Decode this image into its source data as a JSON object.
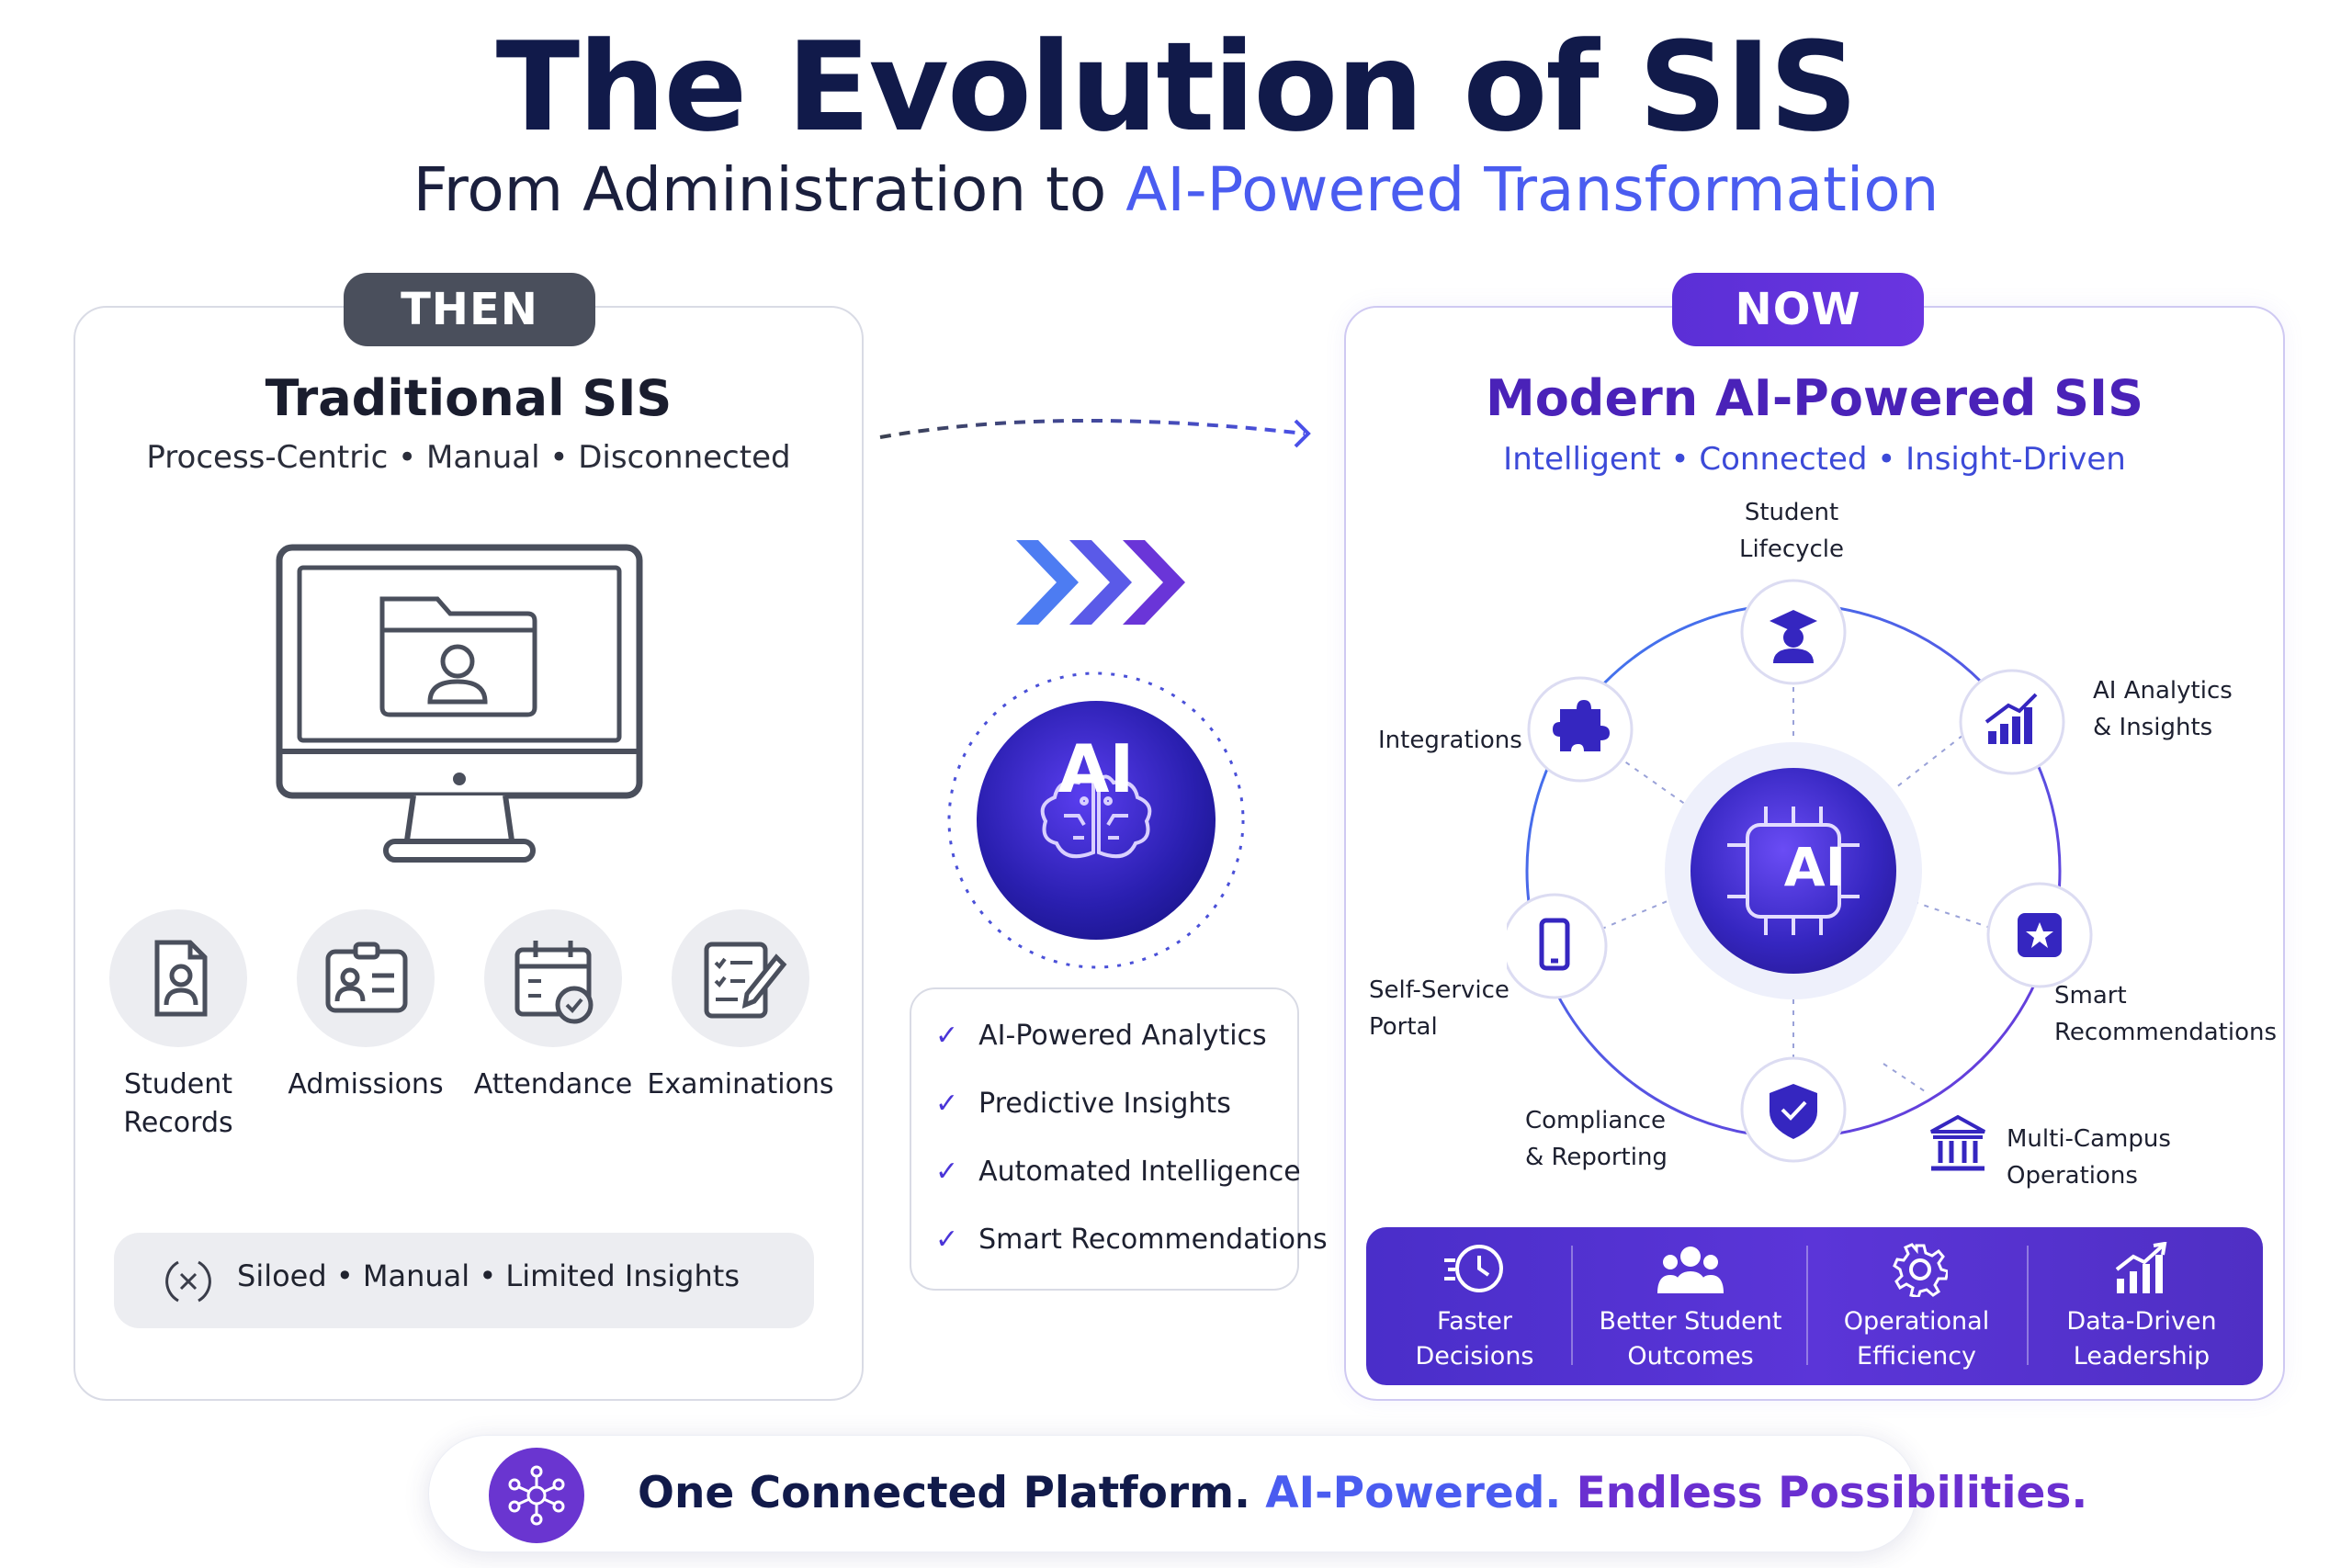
{
  "header": {
    "title": "The Evolution of SIS",
    "subtitle_prefix": "From Administration to ",
    "subtitle_highlight": "AI-Powered Transformation"
  },
  "then": {
    "pill": "THEN",
    "title": "Traditional SIS",
    "subtitle": "Process-Centric  •  Manual  •  Disconnected",
    "icons": [
      {
        "icon": "student-record-icon",
        "label_line1": "Student",
        "label_line2": "Records"
      },
      {
        "icon": "id-card-icon",
        "label_line1": "Admissions",
        "label_line2": ""
      },
      {
        "icon": "calendar-check-icon",
        "label_line1": "Attendance",
        "label_line2": ""
      },
      {
        "icon": "exam-pencil-icon",
        "label_line1": "Examinations",
        "label_line2": ""
      }
    ],
    "limitations": "Siloed   •   Manual   •   Limited Insights"
  },
  "center": {
    "ai_badge": "AI",
    "checklist": [
      "AI-Powered Analytics",
      "Predictive Insights",
      "Automated Intelligence",
      "Smart Recommendations"
    ]
  },
  "now": {
    "pill": "NOW",
    "title": "Modern AI-Powered SIS",
    "subtitle": "Intelligent  •  Connected  •  Insight-Driven",
    "hub_label": "AI",
    "nodes": {
      "student_lifecycle": [
        "Student",
        "Lifecycle"
      ],
      "ai_analytics": [
        "AI Analytics",
        "& Insights"
      ],
      "integrations": [
        "Integrations"
      ],
      "smart_recommendations": [
        "Smart",
        "Recommendations"
      ],
      "self_service": [
        "Self-Service",
        "Portal"
      ],
      "compliance": [
        "Compliance",
        "& Reporting"
      ],
      "multi_campus": [
        "Multi-Campus",
        "Operations"
      ]
    },
    "benefits": [
      {
        "icon": "clock-fast-icon",
        "line1": "Faster",
        "line2": "Decisions"
      },
      {
        "icon": "people-icon",
        "line1": "Better Student",
        "line2": "Outcomes"
      },
      {
        "icon": "gear-icon",
        "line1": "Operational",
        "line2": "Efficiency"
      },
      {
        "icon": "bar-chart-up-icon",
        "line1": "Data-Driven",
        "line2": "Leadership"
      }
    ]
  },
  "tagline": {
    "part1": "One Connected Platform. ",
    "part2": "AI-Powered. ",
    "part3": "Endless Possibilities."
  },
  "colors": {
    "title": "#111a4a",
    "accent_blue": "#4a5cf0",
    "accent_purple": "#5b2fd6",
    "then_pill": "#4a4f5c"
  }
}
